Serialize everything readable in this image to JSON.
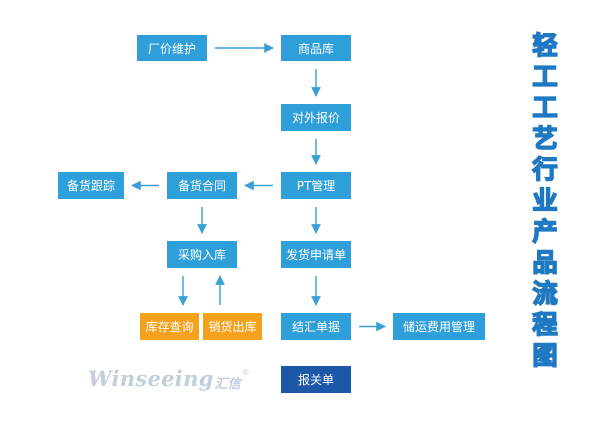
{
  "diagram": {
    "nodes": [
      {
        "id": "factory_price",
        "label": "厂价维护"
      },
      {
        "id": "product_library",
        "label": "商品库"
      },
      {
        "id": "external_quote",
        "label": "对外报价"
      },
      {
        "id": "pt_management",
        "label": "PT管理"
      },
      {
        "id": "stock_contract",
        "label": "备货合同"
      },
      {
        "id": "stock_tracking",
        "label": "备货跟踪"
      },
      {
        "id": "purchase_inbound",
        "label": "采购入库"
      },
      {
        "id": "shipping_request",
        "label": "发货申请单"
      },
      {
        "id": "inventory_query",
        "label": "库存查询"
      },
      {
        "id": "sales_outbound",
        "label": "销货出库"
      },
      {
        "id": "settlement_doc",
        "label": "结汇单据"
      },
      {
        "id": "storage_cost",
        "label": "储运费用管理"
      },
      {
        "id": "customs_doc",
        "label": "报关单"
      }
    ],
    "edges": [
      {
        "from": "factory_price",
        "to": "product_library"
      },
      {
        "from": "product_library",
        "to": "external_quote"
      },
      {
        "from": "external_quote",
        "to": "pt_management"
      },
      {
        "from": "pt_management",
        "to": "stock_contract"
      },
      {
        "from": "stock_contract",
        "to": "stock_tracking"
      },
      {
        "from": "stock_contract",
        "to": "purchase_inbound"
      },
      {
        "from": "pt_management",
        "to": "shipping_request"
      },
      {
        "from": "purchase_inbound",
        "to": "inventory_query"
      },
      {
        "from": "sales_outbound",
        "to": "purchase_inbound"
      },
      {
        "from": "shipping_request",
        "to": "settlement_doc"
      },
      {
        "from": "settlement_doc",
        "to": "storage_cost"
      }
    ]
  },
  "title_chars": [
    "轻",
    "工",
    "工",
    "艺",
    "行",
    "业",
    "产",
    "品",
    "流",
    "程",
    "图"
  ],
  "logo": {
    "word": "Winseeing",
    "cn": "汇信",
    "reg": "®"
  },
  "colors": {
    "node_blue": "#2e9fd8",
    "node_orange": "#f4a11c",
    "node_navy": "#1d57a8",
    "arrow": "#3a9fd6",
    "title_outline": "#1e78c2",
    "logo": "#c3cedd"
  }
}
